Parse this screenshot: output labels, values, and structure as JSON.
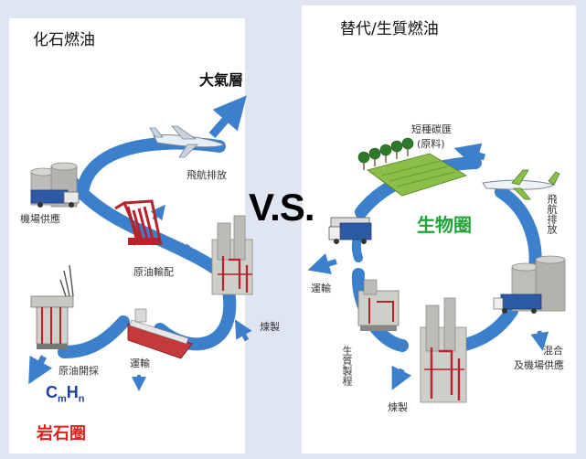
{
  "fossil": {
    "title": "化石燃油",
    "atmosphere": "大氣層",
    "flight_emission": "飛航排放",
    "airport_supply": "機場供應",
    "oil_transport": "原油輸配",
    "refining": "煉製",
    "transport": "運輸",
    "extraction": "原油開採",
    "formula_base": "C",
    "formula_sub_m": "m",
    "formula_h": "H",
    "formula_sub_n": "n",
    "lithosphere": "岩石圈"
  },
  "vs_label": "V.S.",
  "alt": {
    "title": "替代/生質燃油",
    "feedstock": "短種碳匯",
    "feedstock_sub": "(原料)",
    "biosphere": "生物圈",
    "flight_emission": "飛航排放",
    "transport": "運輸",
    "bio_process": "生質製程",
    "refining": "煉製",
    "blending": "混合",
    "airport_supply": "及機場供應"
  },
  "colors": {
    "arrow_blue": "#3c80cc",
    "arrow_light": "#8fc2ec",
    "tank_grey": "#b9b9b4",
    "refinery_red": "#b8222a",
    "field_green": "#8cbf4a",
    "tree_green": "#2f7a2a",
    "ship_red": "#c43a3a"
  }
}
